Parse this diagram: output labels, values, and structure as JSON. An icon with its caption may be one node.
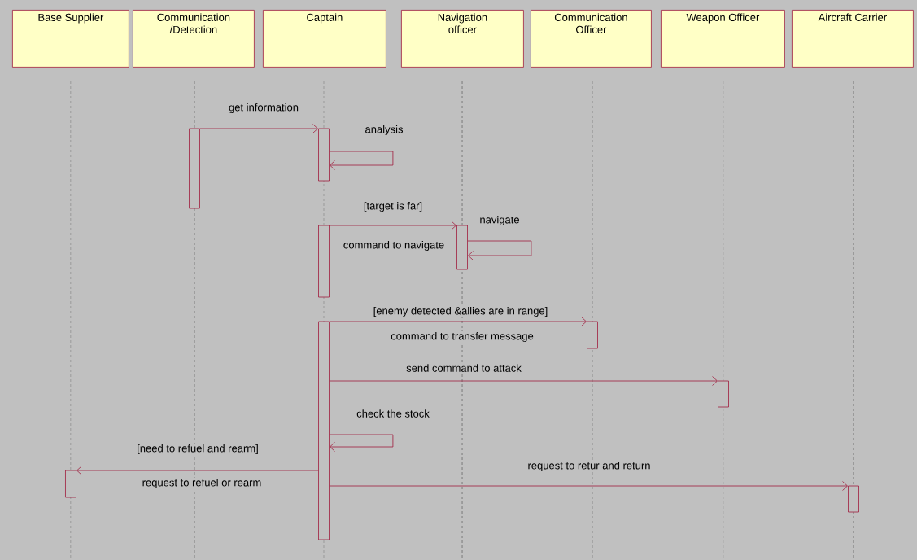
{
  "diagram": {
    "nodes": [
      {
        "text": [
          "Base Supplier"
        ]
      },
      {
        "text": [
          "Communication /Detection"
        ]
      },
      {
        "text": [
          "Captain"
        ]
      },
      {
        "text": [
          "Navigation officer"
        ]
      },
      {
        "text": [
          "Communication Officer"
        ]
      },
      {
        "text": [
          "Weapon Officer"
        ]
      },
      {
        "text": [
          "Aircraft Carrier"
        ]
      },
      {
        "text": [],
        "shape": "bar"
      },
      {
        "text": [],
        "shape": "bar"
      },
      {
        "text": [],
        "shape": "bar"
      },
      {
        "text": [],
        "shape": "bar"
      },
      {
        "text": [],
        "shape": "bar"
      },
      {
        "text": [],
        "shape": "bar"
      },
      {
        "text": [],
        "shape": "bar"
      },
      {
        "text": [],
        "shape": "bar"
      },
      {
        "text": [],
        "shape": "bar"
      }
    ],
    "edges": [
      {
        "from": 7,
        "to": 8,
        "arrow": "to",
        "label": "get information"
      },
      {
        "from": 8,
        "to": 8,
        "arrow": "to",
        "label": "analysis"
      },
      {
        "from": 9,
        "to": 10,
        "arrow": "to",
        "label": "command to navigate"
      },
      {
        "from": 10,
        "to": 10,
        "arrow": "to",
        "label": "navigate"
      },
      {
        "from": 11,
        "to": 12,
        "arrow": "to",
        "label": "command to transfer message"
      },
      {
        "from": 11,
        "to": 13,
        "arrow": "to",
        "label": "send command to attack"
      },
      {
        "from": 11,
        "to": 11,
        "arrow": "to",
        "label": "check the stock"
      },
      {
        "from": 11,
        "to": 14,
        "arrow": "to",
        "label": "request to refuel or rearm"
      },
      {
        "from": 11,
        "to": 15,
        "arrow": "to",
        "label": "request to retur and return"
      }
    ],
    "labels": [
      "[target is far]",
      "[enemy detected &allies are in range]",
      "[need to refuel and rearm]"
    ]
  }
}
